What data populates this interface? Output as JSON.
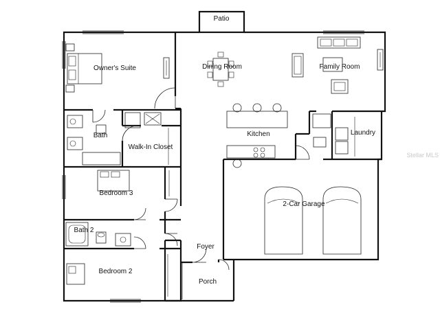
{
  "rooms": {
    "patio": "Patio",
    "owners_suite": "Owner's Suite",
    "dining_room": "Dining Room",
    "family_room": "Family Room",
    "bath": "Bath",
    "walk_in_closet": "Walk-In Closet",
    "kitchen": "Kitchen",
    "laundry": "Laundry",
    "bedroom_3": "Bedroom 3",
    "garage": "2-Car Garage",
    "bath_2": "Bath 2",
    "foyer": "Foyer",
    "bedroom_2": "Bedroom 2",
    "porch": "Porch"
  },
  "watermark": "Stellar MLS"
}
